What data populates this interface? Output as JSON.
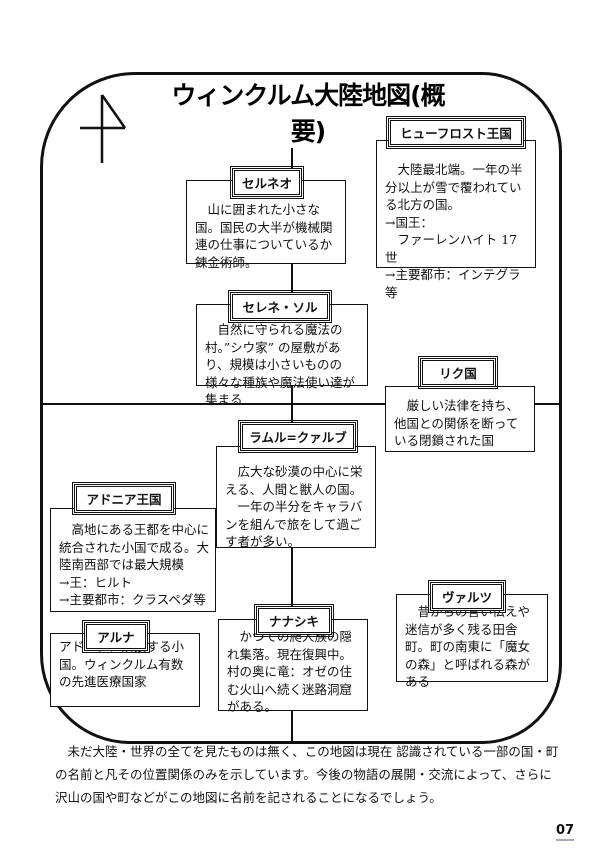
{
  "page": {
    "title": "ウィンクルム大陸地図(概要)",
    "page_number": "07",
    "compass_icon": "north-arrow-icon"
  },
  "regions": [
    {
      "id": "hyuufurosuto",
      "name": "ヒューフロスト王国",
      "lines": [
        "　大陸最北端。一年の半分以上が雪で覆われている北方の国。",
        "→国王：",
        "　ファーレンハイト 17 世",
        "→主要都市：インテグラ等"
      ]
    },
    {
      "id": "seruneo",
      "name": "セルネオ",
      "lines": [
        "　山に囲まれた小さな国。国民の大半が機械関連の仕事についているか錬金術師。"
      ]
    },
    {
      "id": "serene-soru",
      "name": "セレネ・ソル",
      "lines": [
        "　自然に守られる魔法の村。”シウ家” の屋敷があり、規模は小さいものの様々な種族や魔法使い達が集まる"
      ]
    },
    {
      "id": "riku",
      "name": "リク国",
      "lines": [
        "　厳しい法律を持ち、他国との関係を断っている閉鎖された国"
      ]
    },
    {
      "id": "ramuru-kuarubu",
      "name": "ラムル=クァルブ",
      "lines": [
        "　広大な砂漠の中心に栄える、人間と獣人の国。",
        "　一年の半分をキャラバンを組んで旅をして過ごす者が多い。"
      ]
    },
    {
      "id": "adonia",
      "name": "アドニア王国",
      "lines": [
        "　高地にある王都を中心に統合された小国で成る。大陸南西部では最大規模",
        "→王：ヒルト",
        "→主要都市：クラスペダ等"
      ]
    },
    {
      "id": "aruna",
      "name": "アルナ",
      "lines": [
        "アドニアに隣接する小国。ウィンクルム有数の先進医療国家"
      ]
    },
    {
      "id": "nanashiki",
      "name": "ナナシキ",
      "lines": [
        "　かつての爬人族の隠れ集落。現在復興中。村の奥に竜：オゼの住む火山へ続く迷路洞窟がある。"
      ]
    },
    {
      "id": "varutsu",
      "name": "ヴァルツ",
      "lines": [
        "　昔からの言い伝えや迷信が多く残る田舎町。町の南東に「魔女の森」と呼ばれる森がある"
      ]
    }
  ],
  "footer": {
    "text": "未だ大陸・世界の全てを見たものは無く、この地図は現在 認識されている一部の国・町の名前と凡その位置関係のみを示しています。今後の物語の展開・交流によって、さらに沢山の国や町などがこの地図に名前を記されることになるでしょう。"
  }
}
